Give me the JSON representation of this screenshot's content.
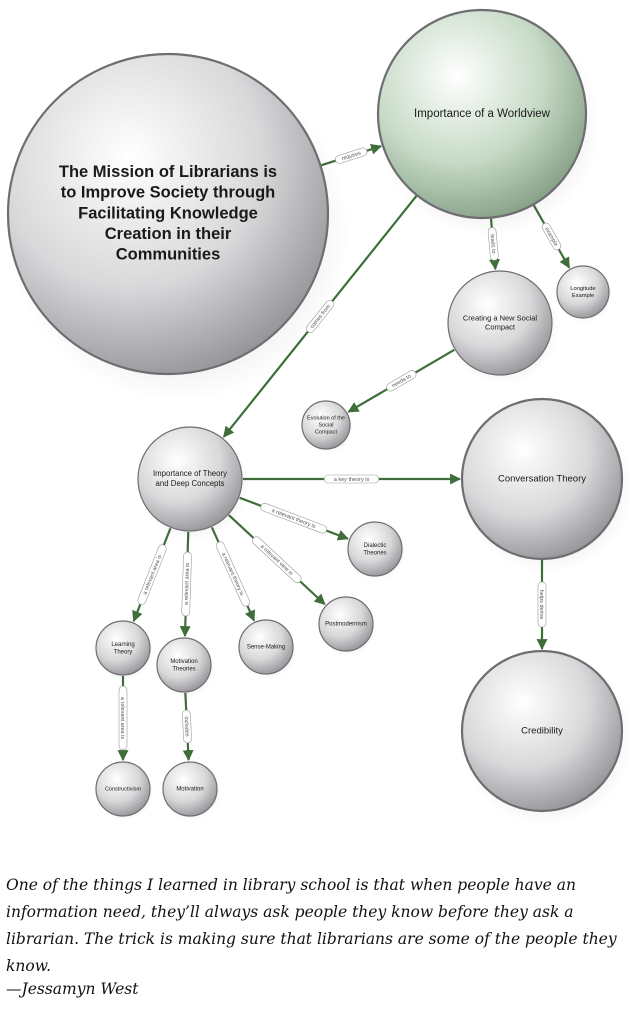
{
  "colors": {
    "edge": "#3f6e3a",
    "node_gray": "#c9c9cc",
    "node_green": "#b9d0b9"
  },
  "nodes": [
    {
      "id": "mission",
      "lines": [
        "The Mission of Librarians is",
        "to Improve Society through",
        "Facilitating Knowledge",
        "Creation in their",
        "Communities"
      ],
      "style": "gray"
    },
    {
      "id": "worldview",
      "lines": [
        "Importance of a Worldview"
      ],
      "style": "green"
    },
    {
      "id": "new_social",
      "lines": [
        "Creating a New Social",
        "Compact"
      ],
      "style": "gray"
    },
    {
      "id": "longitude",
      "lines": [
        "Longitude",
        "Example"
      ],
      "style": "gray"
    },
    {
      "id": "evolution",
      "lines": [
        "Evolution of the",
        "Social",
        "Compact"
      ],
      "style": "gray"
    },
    {
      "id": "theory",
      "lines": [
        "Importance of Theory",
        "and Deep Concepts"
      ],
      "style": "gray"
    },
    {
      "id": "conversation",
      "lines": [
        "Conversation Theory"
      ],
      "style": "gray"
    },
    {
      "id": "dialectic",
      "lines": [
        "Dialectic",
        "Theories"
      ],
      "style": "gray"
    },
    {
      "id": "postmodernism",
      "lines": [
        "Postmodernism"
      ],
      "style": "gray"
    },
    {
      "id": "sense_making",
      "lines": [
        "Sense-Making"
      ],
      "style": "gray"
    },
    {
      "id": "motivation_theories",
      "lines": [
        "Motivation",
        "Theories"
      ],
      "style": "gray"
    },
    {
      "id": "learning",
      "lines": [
        "Learning",
        "Theory"
      ],
      "style": "gray"
    },
    {
      "id": "constructivism",
      "lines": [
        "Constructivism"
      ],
      "style": "gray"
    },
    {
      "id": "motivation",
      "lines": [
        "Motivation"
      ],
      "style": "gray"
    },
    {
      "id": "credibility",
      "lines": [
        "Credibility"
      ],
      "style": "gray"
    }
  ],
  "edges": [
    {
      "from": "mission",
      "to": "worldview",
      "label": "requires"
    },
    {
      "from": "worldview",
      "to": "new_social",
      "label": "leads to"
    },
    {
      "from": "worldview",
      "to": "longitude",
      "label": "example"
    },
    {
      "from": "new_social",
      "to": "evolution",
      "label": "needs to"
    },
    {
      "from": "worldview",
      "to": "theory",
      "label": "comes from"
    },
    {
      "from": "theory",
      "to": "conversation",
      "label": "a key theory is"
    },
    {
      "from": "theory",
      "to": "dialectic",
      "label": "a relevant theory is"
    },
    {
      "from": "theory",
      "to": "postmodernism",
      "label": "a relevant view is"
    },
    {
      "from": "theory",
      "to": "sense_making",
      "label": "a relevant theory is"
    },
    {
      "from": "theory",
      "to": "motivation_theories",
      "label": "a relevant area is"
    },
    {
      "from": "theory",
      "to": "learning",
      "label": "a relevant area is"
    },
    {
      "from": "learning",
      "to": "constructivism",
      "label": "a relevant area is"
    },
    {
      "from": "motivation_theories",
      "to": "motivation",
      "label": "includes"
    },
    {
      "from": "conversation",
      "to": "credibility",
      "label": "helps derive"
    }
  ],
  "quote": {
    "text": "One of the things I learned in library school is that when people have an information need, they’ll always ask people they know before they ask a librarian. The trick is making sure that librarians are some of the people they know.",
    "author": "—Jessamyn West"
  }
}
